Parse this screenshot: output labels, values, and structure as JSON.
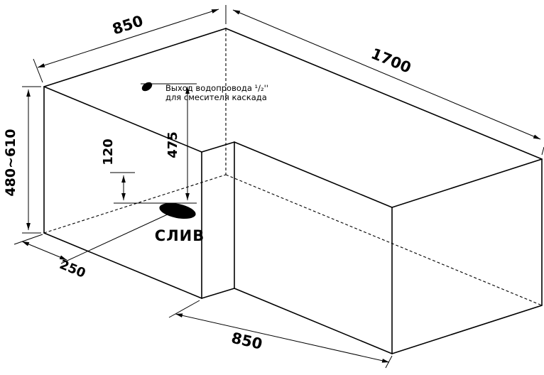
{
  "diagram": {
    "title_semantic": "bathtub-dimension-drawing",
    "colors": {
      "line": "#000000",
      "background": "#ffffff"
    },
    "dimensions": {
      "width_top": "850",
      "length_total": "1700",
      "height_range": "480~610",
      "drain_small_offset": "120",
      "outlet_to_drain": "475",
      "drain_end_offset": "250",
      "section_bottom": "850"
    },
    "labels": {
      "drain": "СЛИВ",
      "outlet_line1": "Выход водопровода ¹/₂''",
      "outlet_line2": "для смесителя каскада"
    }
  }
}
